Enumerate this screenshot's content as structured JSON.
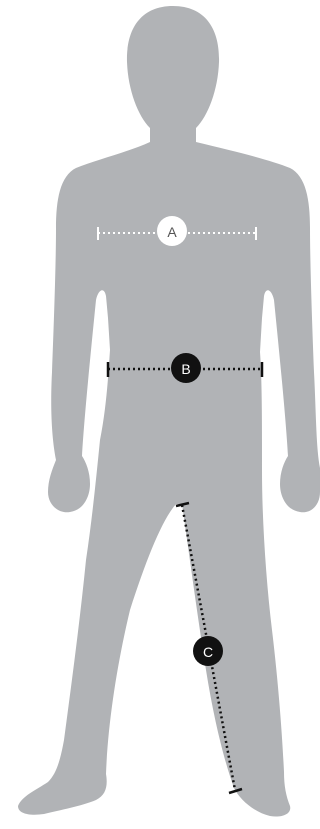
{
  "colors": {
    "silhouette": "#b1b3b6",
    "line_light": "#ffffff",
    "line_dark": "#111111",
    "badge_light_fill": "#ffffff",
    "badge_light_text": "#555555",
    "badge_dark_fill": "#111111",
    "badge_dark_text": "#ffffff"
  },
  "measurements": [
    {
      "id": "chest",
      "label": "A",
      "style": "light"
    },
    {
      "id": "waist",
      "label": "B",
      "style": "dark"
    },
    {
      "id": "inseam",
      "label": "C",
      "style": "dark"
    }
  ]
}
